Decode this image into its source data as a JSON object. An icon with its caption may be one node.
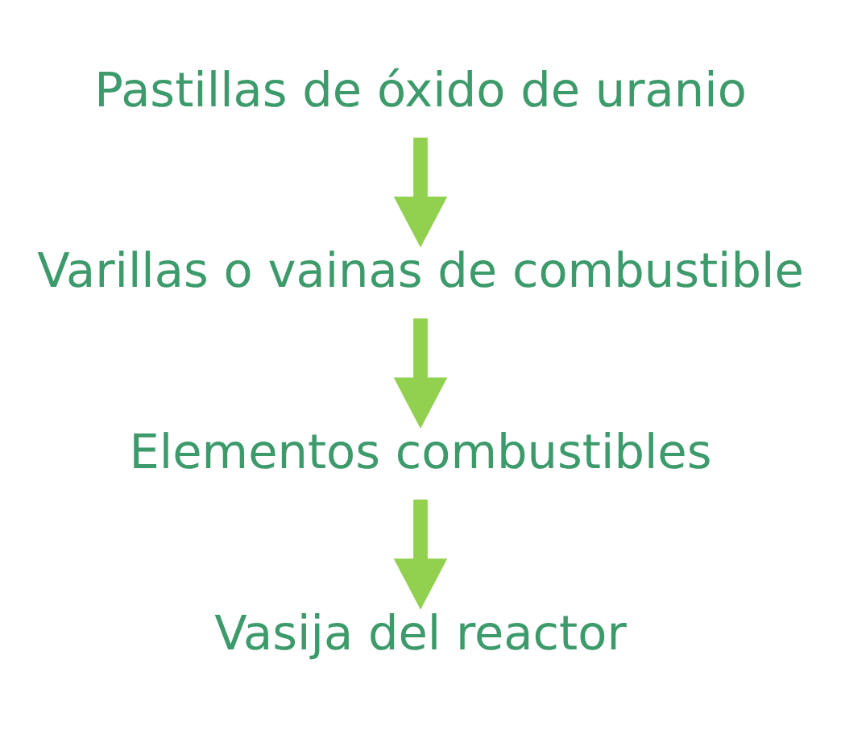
{
  "diagram": {
    "nodes": [
      {
        "text": [
          "Pastillas de óxido de uranio"
        ]
      },
      {
        "text": [
          "Varillas o vainas de combustible"
        ]
      },
      {
        "text": [
          "Elementos combustibles"
        ]
      },
      {
        "text": [
          "Vasija del reactor"
        ]
      }
    ],
    "edges": [
      {
        "from": 0,
        "to": 1,
        "arrow": "to"
      },
      {
        "from": 1,
        "to": 2,
        "arrow": "to"
      },
      {
        "from": 2,
        "to": 3,
        "arrow": "to"
      }
    ]
  }
}
